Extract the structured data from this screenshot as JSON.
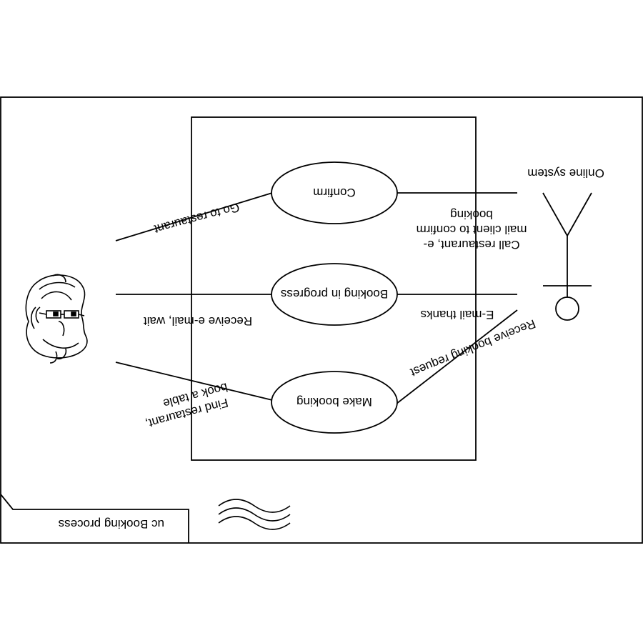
{
  "frame": {
    "title": "uc Booking process"
  },
  "use_cases": {
    "confirm": "Confirm",
    "booking_in_progress": "Booking in progress",
    "make_booking": "Make booking"
  },
  "actors": {
    "system": "Online system"
  },
  "labels": {
    "go_to_restaurant": "Go to restaurant",
    "receive_email_wait": "Receive e-mail, wait",
    "find_restaurant_line1": "Find restaurant,",
    "find_restaurant_line2": "book a table",
    "call_restaurant_line1": "Call restaurant, e-",
    "call_restaurant_line2": "mail client to confirm",
    "call_restaurant_line3": "booking",
    "email_thanks": "E-mail thanks",
    "receive_booking_request": "Receive booking request"
  },
  "icons": {
    "customer": "customer-face-icon",
    "frame_marker": "wave-lines-icon"
  },
  "colors": {
    "stroke": "#000000",
    "background": "#ffffff"
  }
}
